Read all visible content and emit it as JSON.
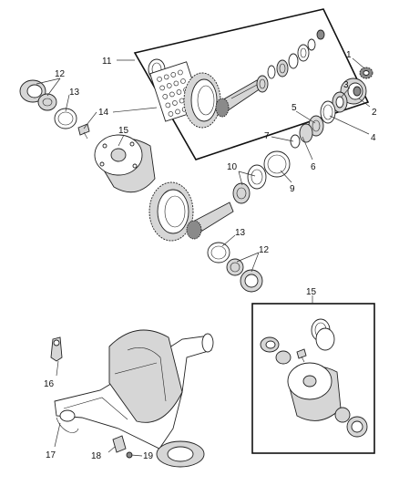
{
  "diagram": {
    "callouts": [
      {
        "id": "c1",
        "text": "1"
      },
      {
        "id": "c2",
        "text": "2"
      },
      {
        "id": "c3",
        "text": "3"
      },
      {
        "id": "c4",
        "text": "4"
      },
      {
        "id": "c5",
        "text": "5"
      },
      {
        "id": "c6",
        "text": "6"
      },
      {
        "id": "c7",
        "text": "7"
      },
      {
        "id": "c9",
        "text": "9"
      },
      {
        "id": "c10",
        "text": "10"
      },
      {
        "id": "c11",
        "text": "11"
      },
      {
        "id": "c12a",
        "text": "12"
      },
      {
        "id": "c12b",
        "text": "12"
      },
      {
        "id": "c13a",
        "text": "13"
      },
      {
        "id": "c13b",
        "text": "13"
      },
      {
        "id": "c14",
        "text": "14"
      },
      {
        "id": "c15a",
        "text": "15"
      },
      {
        "id": "c15b",
        "text": "15"
      },
      {
        "id": "c16",
        "text": "16"
      },
      {
        "id": "c17",
        "text": "17"
      },
      {
        "id": "c18",
        "text": "18"
      },
      {
        "id": "c19",
        "text": "19"
      }
    ]
  }
}
